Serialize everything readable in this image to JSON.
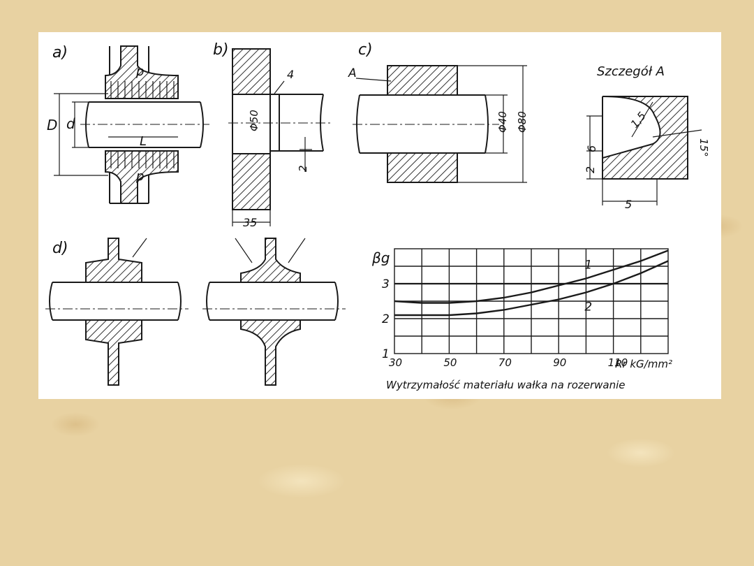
{
  "figure": {
    "panels": {
      "a": {
        "tag": "a)",
        "labels": {
          "D": "D",
          "d": "d",
          "L": "L",
          "p_top": "p",
          "p_bottom": "p"
        }
      },
      "b": {
        "tag": "b)",
        "callout": "4",
        "dia": "Φ50",
        "gap": "2",
        "width": "35"
      },
      "c": {
        "tag": "c)",
        "detail_ref": "A",
        "dia_inner": "Φ40",
        "dia_outer": "Φ80"
      },
      "detail": {
        "title": "Szczegół A",
        "radius": "1,5",
        "angle": "15°",
        "h1": "6",
        "h2": "2",
        "w": "5"
      },
      "d": {
        "tag": "d)"
      }
    }
  },
  "chart_data": {
    "type": "line",
    "ylabel": "βg",
    "xlabel": "Wytrzymałość materiału wałka na rozerwanie",
    "xunit": "Rr kG/mm²",
    "xticks": [
      "30",
      "50",
      "70",
      "90",
      "110"
    ],
    "yticks": [
      "1",
      "2",
      "3"
    ],
    "xlim": [
      30,
      130
    ],
    "ylim": [
      1,
      4
    ],
    "grid": true,
    "series": [
      {
        "name": "1",
        "x": [
          30,
          40,
          50,
          60,
          70,
          80,
          90,
          100,
          110,
          120,
          130
        ],
        "y": [
          2.5,
          2.45,
          2.45,
          2.5,
          2.6,
          2.75,
          2.95,
          3.15,
          3.4,
          3.65,
          3.95
        ]
      },
      {
        "name": "2",
        "x": [
          30,
          40,
          50,
          60,
          70,
          80,
          90,
          100,
          110,
          120,
          130
        ],
        "y": [
          2.1,
          2.1,
          2.1,
          2.15,
          2.25,
          2.4,
          2.55,
          2.75,
          3.0,
          3.3,
          3.65
        ]
      }
    ],
    "reference_line": {
      "y": 3.0
    }
  }
}
